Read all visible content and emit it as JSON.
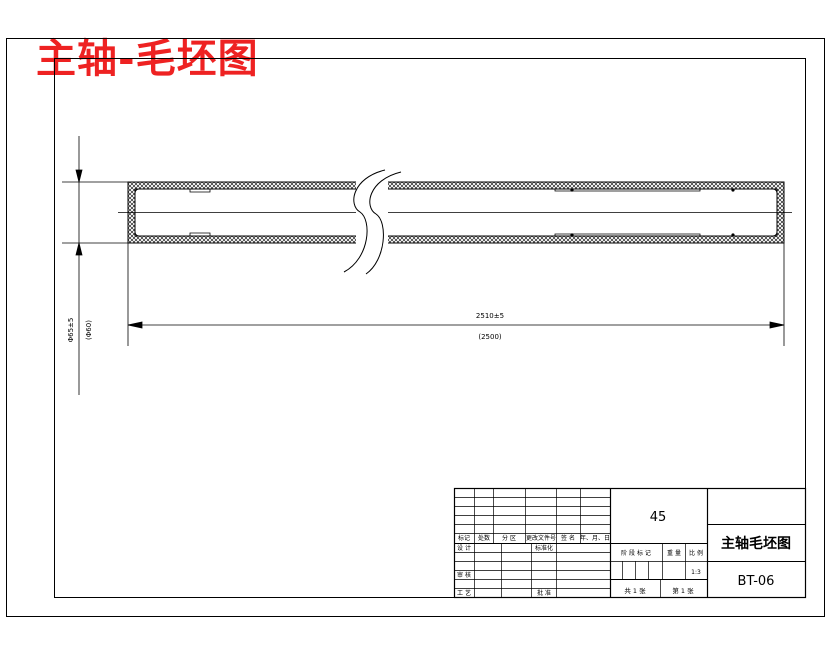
{
  "overlay_title": "主轴-毛坯图",
  "dimensions": {
    "length": "2510±5",
    "length_ref": "(2500)",
    "diameter": "Φ65±5",
    "diameter_ref": "(Φ60)"
  },
  "title_block": {
    "material": "45",
    "part_name": "主轴毛坯图",
    "drawing_no": "BT-06",
    "scale": "1:3",
    "sheets": "共 1 张",
    "sheet_no": "第 1 张",
    "revision_headers": [
      "标记",
      "处数",
      "分 区",
      "更改文件号",
      "签 名",
      "年、月、日"
    ],
    "row_labels": {
      "design": "设 计",
      "standardize": "标准化",
      "review": "审 核",
      "process": "工 艺",
      "approve": "批 准"
    },
    "stage_labels": [
      "阶 段 标 记",
      "重 量",
      "比 例"
    ]
  }
}
